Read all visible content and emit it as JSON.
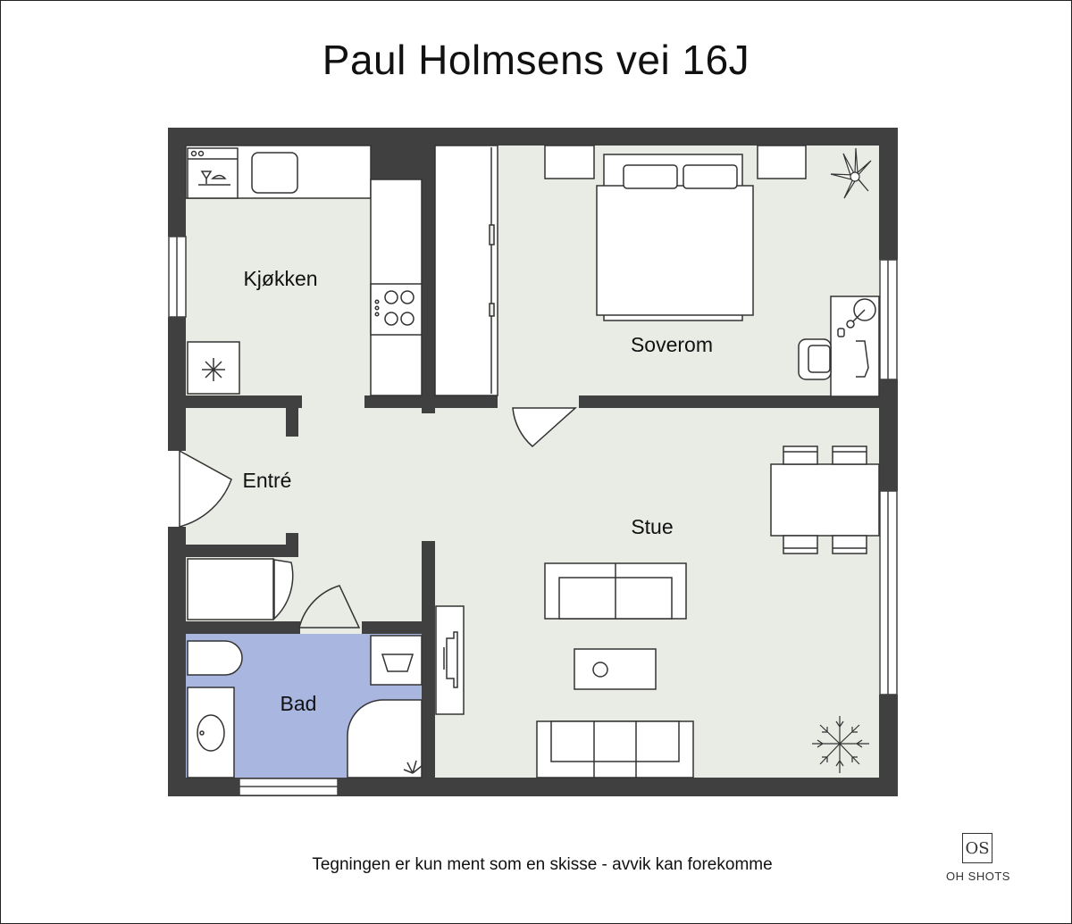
{
  "title": "Paul Holmsens vei 16J",
  "rooms": {
    "kitchen": "Kjøkken",
    "bedroom": "Soverom",
    "entrance": "Entré",
    "living": "Stue",
    "bath": "Bad"
  },
  "disclaimer": "Tegningen er kun ment som en skisse - avvik kan forekomme",
  "logo": {
    "mark": "OS",
    "name": "OH SHOTS"
  },
  "colors": {
    "wall": "#404040",
    "floor": "#e9ebe5",
    "bath": "#a8b6e0",
    "furniture": "#ffffff"
  }
}
